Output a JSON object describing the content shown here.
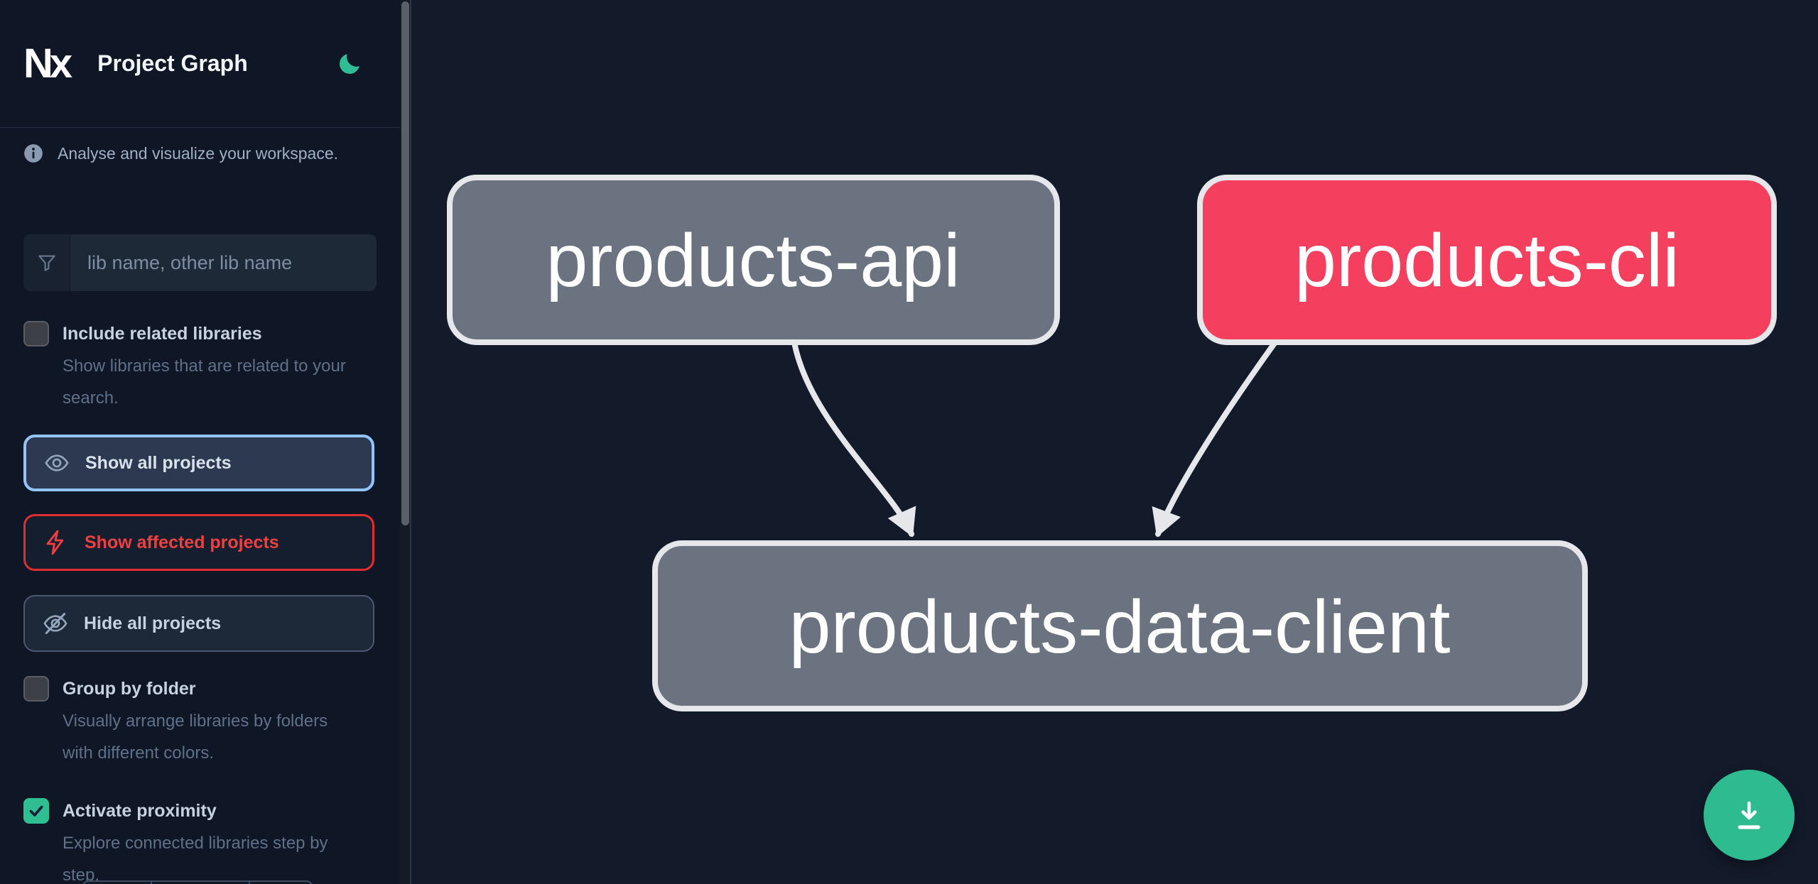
{
  "header": {
    "logo_text": "Nx",
    "title": "Project Graph"
  },
  "sidebar": {
    "tagline": "Analyse and visualize your workspace.",
    "search": {
      "placeholder": "lib name, other lib name",
      "value": ""
    },
    "options": {
      "include_related": {
        "label": "Include related libraries",
        "description": "Show libraries that are related to your search.",
        "checked": false
      },
      "group_by_folder": {
        "label": "Group by folder",
        "description": "Visually arrange libraries by folders with different colors.",
        "checked": false
      },
      "activate_proximity": {
        "label": "Activate proximity",
        "description": "Explore connected libraries step by step.",
        "checked": true
      }
    },
    "actions": {
      "show_all": "Show all projects",
      "show_affected": "Show affected projects",
      "hide_all": "Hide all projects"
    }
  },
  "graph": {
    "nodes": [
      {
        "id": "products-api",
        "label": "products-api",
        "state": "default"
      },
      {
        "id": "products-cli",
        "label": "products-cli",
        "state": "affected"
      },
      {
        "id": "products-data-client",
        "label": "products-data-client",
        "state": "default"
      }
    ],
    "edges": [
      {
        "source": "products-api",
        "target": "products-data-client"
      },
      {
        "source": "products-cli",
        "target": "products-data-client"
      }
    ]
  },
  "fab": {
    "action": "download-graph-image"
  },
  "colors": {
    "node_default": "#6b7280",
    "node_affected": "#f43f5e",
    "node_border": "#e5e7eb",
    "edge": "#e5e7eb",
    "accent_green": "#2fbb90",
    "focus_blue": "#93c5fd",
    "affected_red": "#ef4040",
    "sidebar_bg": "#0f1726",
    "canvas_bg": "#131a29"
  }
}
